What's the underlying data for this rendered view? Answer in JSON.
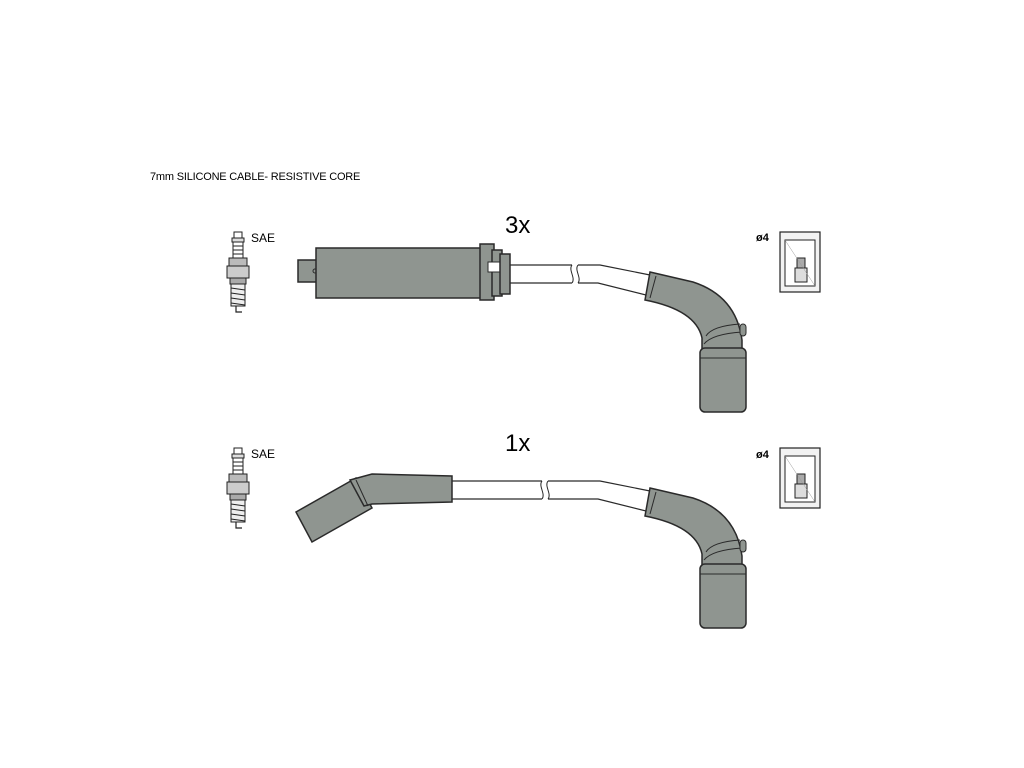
{
  "header": {
    "cable_spec": "7mm SILICONE CABLE- RESISTIVE CORE"
  },
  "assemblies": [
    {
      "quantity": "3x",
      "plug_standard": "SAE",
      "terminal_size": "ø4"
    },
    {
      "quantity": "1x",
      "plug_standard": "SAE",
      "terminal_size": "ø4"
    }
  ],
  "colors": {
    "boot_fill": "#8f9590",
    "outline": "#2a2a2a",
    "cable_fill": "#ffffff"
  }
}
